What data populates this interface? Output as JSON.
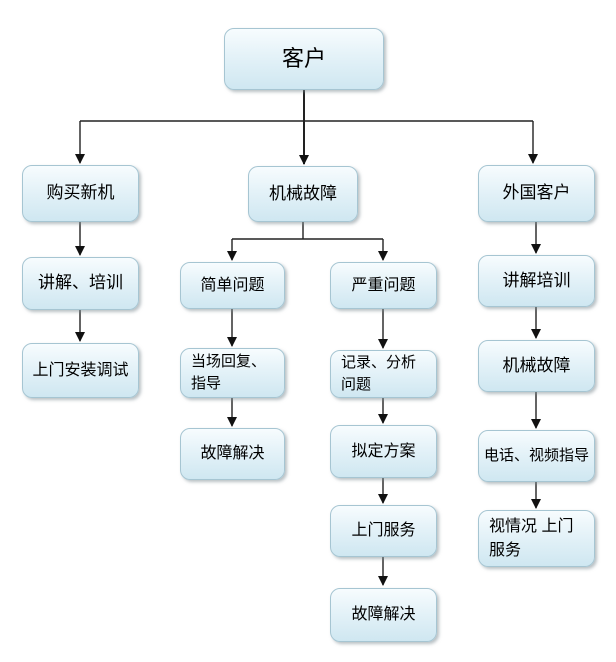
{
  "diagram": {
    "type": "flowchart",
    "background_color": "#ffffff",
    "node_fill_top": "#f7fcfe",
    "node_fill_bottom": "#cfe7f1",
    "node_border_color": "#a6c5d2",
    "connector_color": "#222222",
    "text_color": "#000000",
    "nodes": {
      "customer": {
        "label": "客户"
      },
      "buy_new": {
        "label": "购买新机"
      },
      "mech_fault": {
        "label": "机械故障"
      },
      "foreign_customer": {
        "label": "外国客户"
      },
      "explain_train": {
        "label": "讲解、培训"
      },
      "onsite_install": {
        "label": "上门安装调试"
      },
      "simple_problem": {
        "label": "简单问题"
      },
      "onsite_reply": {
        "label": "当场回复、指导"
      },
      "fault_solved_simple": {
        "label": "故障解决"
      },
      "serious_problem": {
        "label": "严重问题"
      },
      "record_analyze": {
        "label": "记录、分析问题"
      },
      "plan_scheme": {
        "label": "拟定方案"
      },
      "onsite_service": {
        "label": "上门服务"
      },
      "fault_solved_serious": {
        "label": "故障解决"
      },
      "explain_train_foreign": {
        "label": "讲解培训"
      },
      "mech_fault_foreign": {
        "label": "机械故障"
      },
      "phone_video_guide": {
        "label": "电话、视频指导"
      },
      "onsite_depends": {
        "label": "视情况 上门服务"
      }
    },
    "edges": [
      {
        "from": "customer",
        "to": "buy_new"
      },
      {
        "from": "customer",
        "to": "mech_fault"
      },
      {
        "from": "customer",
        "to": "foreign_customer"
      },
      {
        "from": "buy_new",
        "to": "explain_train"
      },
      {
        "from": "explain_train",
        "to": "onsite_install"
      },
      {
        "from": "mech_fault",
        "to": "simple_problem"
      },
      {
        "from": "mech_fault",
        "to": "serious_problem"
      },
      {
        "from": "simple_problem",
        "to": "onsite_reply"
      },
      {
        "from": "onsite_reply",
        "to": "fault_solved_simple"
      },
      {
        "from": "serious_problem",
        "to": "record_analyze"
      },
      {
        "from": "record_analyze",
        "to": "plan_scheme"
      },
      {
        "from": "plan_scheme",
        "to": "onsite_service"
      },
      {
        "from": "onsite_service",
        "to": "fault_solved_serious"
      },
      {
        "from": "foreign_customer",
        "to": "explain_train_foreign"
      },
      {
        "from": "explain_train_foreign",
        "to": "mech_fault_foreign"
      },
      {
        "from": "mech_fault_foreign",
        "to": "phone_video_guide"
      },
      {
        "from": "phone_video_guide",
        "to": "onsite_depends"
      }
    ]
  }
}
